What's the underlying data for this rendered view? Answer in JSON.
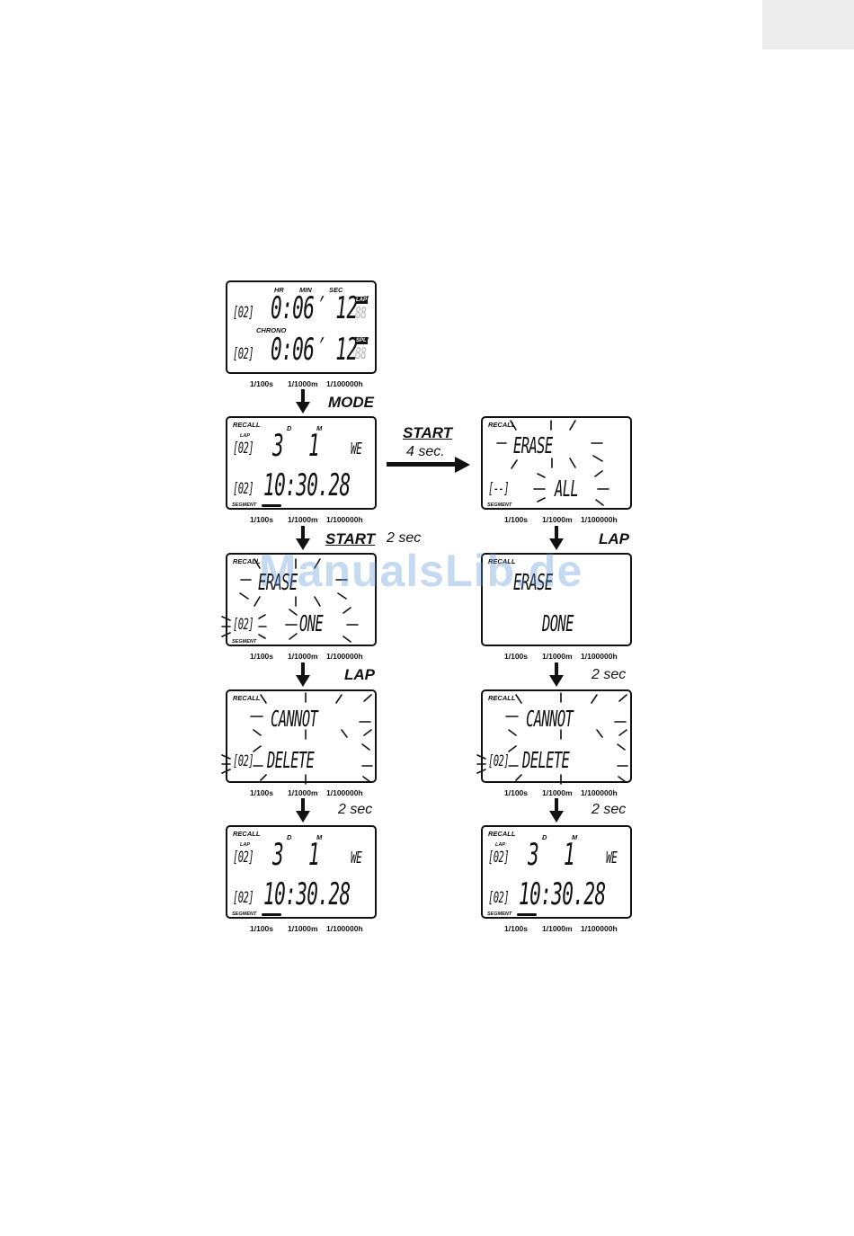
{
  "units": {
    "s": "1/100s",
    "m": "1/1000m",
    "h": "1/100000h"
  },
  "transitions": {
    "mode": "MODE",
    "start_top": "START",
    "start_top_time": "4 sec.",
    "start_mid": "START",
    "start_mid_time": "2 sec",
    "lap_left": "LAP",
    "lap_right": "LAP",
    "two_sec_right_1": "2 sec",
    "two_sec_left_2": "2 sec",
    "two_sec_right_2": "2 sec"
  },
  "screen1": {
    "hr": "HR",
    "min": "MIN",
    "sec": "SEC",
    "chrono": "CHRONO",
    "lap_tag": "LAP",
    "spl_tag": "SPL",
    "row1_index": "02",
    "row1_time": "0:06′ 12″",
    "row1_frac": "88",
    "row2_index": "02",
    "row2_time": "0:06′ 12″",
    "row2_frac": "88"
  },
  "screen2": {
    "recall": "RECALL",
    "lap": "LAP",
    "d": "D",
    "m": "M",
    "index_top": "02",
    "day": "3",
    "month": "1",
    "weekday": "WE",
    "index_bottom": "02",
    "time": "10:30.28",
    "segment": "SEGMENT"
  },
  "screen_erase_all": {
    "recall": "RECALL",
    "line1": "ERASE",
    "line2": "ALL",
    "index": "--",
    "segment": "SEGMENT"
  },
  "screen_erase_one": {
    "recall": "RECALL",
    "line1": "ERASE",
    "line2": "ONE",
    "index": "02",
    "segment": "SEGMENT"
  },
  "screen_erase_done": {
    "recall": "RECALL",
    "line1": "ERASE",
    "line2": "DONE"
  },
  "screen_cannot_left": {
    "recall": "RECALL",
    "line1": "CANNOT",
    "line2": "DELETE",
    "index": "02"
  },
  "screen_cannot_right": {
    "recall": "RECALL",
    "line1": "CANNOT",
    "line2": "DELETE",
    "index": "02"
  },
  "screen_final_left": {
    "recall": "RECALL",
    "lap": "LAP",
    "d": "D",
    "m": "M",
    "index_top": "02",
    "day": "3",
    "month": "1",
    "weekday": "WE",
    "index_bottom": "02",
    "time": "10:30.28",
    "segment": "SEGMENT"
  },
  "screen_final_right": {
    "recall": "RECALL",
    "lap": "LAP",
    "d": "D",
    "m": "M",
    "index_top": "02",
    "day": "3",
    "month": "1",
    "weekday": "WE",
    "index_bottom": "02",
    "time": "10:30.28",
    "segment": "SEGMENT"
  },
  "watermark": "ManualsLib.de"
}
